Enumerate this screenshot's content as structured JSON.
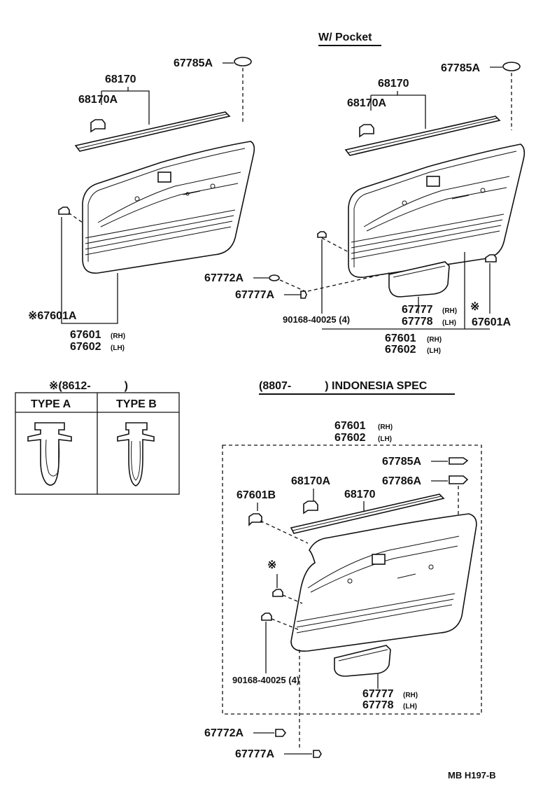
{
  "top_left": {
    "p67785A": "67785A",
    "p68170": "68170",
    "p68170A": "68170A",
    "p67601A": "※67601A",
    "p67601": "67601",
    "p67602": "67602",
    "rh": "(RH)",
    "lh": "(LH)"
  },
  "top_right": {
    "header": "W/ Pocket",
    "p67785A": "67785A",
    "p68170": "68170",
    "p68170A": "68170A",
    "p67772A": "67772A",
    "p67777A": "67777A",
    "p90168": "90168-40025 (4)",
    "p67777": "67777",
    "p67778": "67778",
    "p67601A": "67601A",
    "mark": "※",
    "p67601": "67601",
    "p67602": "67602",
    "rh": "(RH)",
    "lh": "(LH)"
  },
  "type_table": {
    "caption": "※(8612-　　　)",
    "type_a": "TYPE  A",
    "type_b": "TYPE  B"
  },
  "indonesia": {
    "header": "(8807-　　　) INDONESIA  SPEC",
    "p67601": "67601",
    "p67602": "67602",
    "rh": "(RH)",
    "lh": "(LH)",
    "p67785A": "67785A",
    "p67786A": "67786A",
    "p68170A": "68170A",
    "p68170": "68170",
    "p67601B": "67601B",
    "mark": "※",
    "p90168": "90168-40025 (4)",
    "p67777": "67777",
    "p67778": "67778",
    "p67772A": "67772A",
    "p67777A": "67777A"
  },
  "footer": {
    "code": "MB  H197-B"
  }
}
